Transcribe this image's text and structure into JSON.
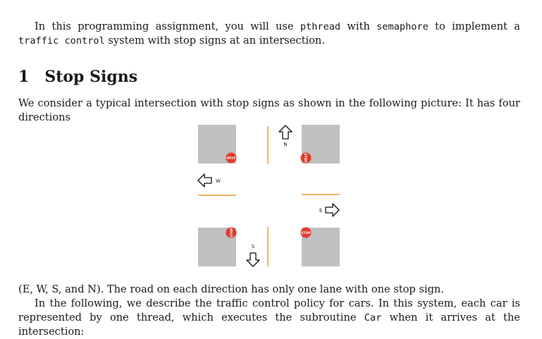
{
  "intro": {
    "t1": "In this programming assignment, you will use ",
    "c1": "pthread",
    "t2": " with ",
    "c2": "semaphore",
    "t3": " to implement a ",
    "c3": "traffic control",
    "t4": " system with stop signs at an intersection."
  },
  "section": {
    "number": "1",
    "title": "Stop Signs"
  },
  "para1": "We consider a typical intersection with stop signs as shown in the following picture: It has four directions",
  "figure": {
    "labels": {
      "north": "N",
      "south": "S",
      "east": "E",
      "west": "W"
    },
    "stop_text": "STOP",
    "colors": {
      "block": "#c0c0c0",
      "stop": "#e23b2e",
      "line": "#f29a2e"
    }
  },
  "para2": "(E, W, S, and N). The road on each direction has only one lane with one stop sign.",
  "para3": {
    "t1": "In the following, we describe the traffic control policy for cars. In this system, each car is represented by one thread, which executes the subroutine ",
    "c1": "Car",
    "t2": " when it arrives at the intersection:"
  }
}
